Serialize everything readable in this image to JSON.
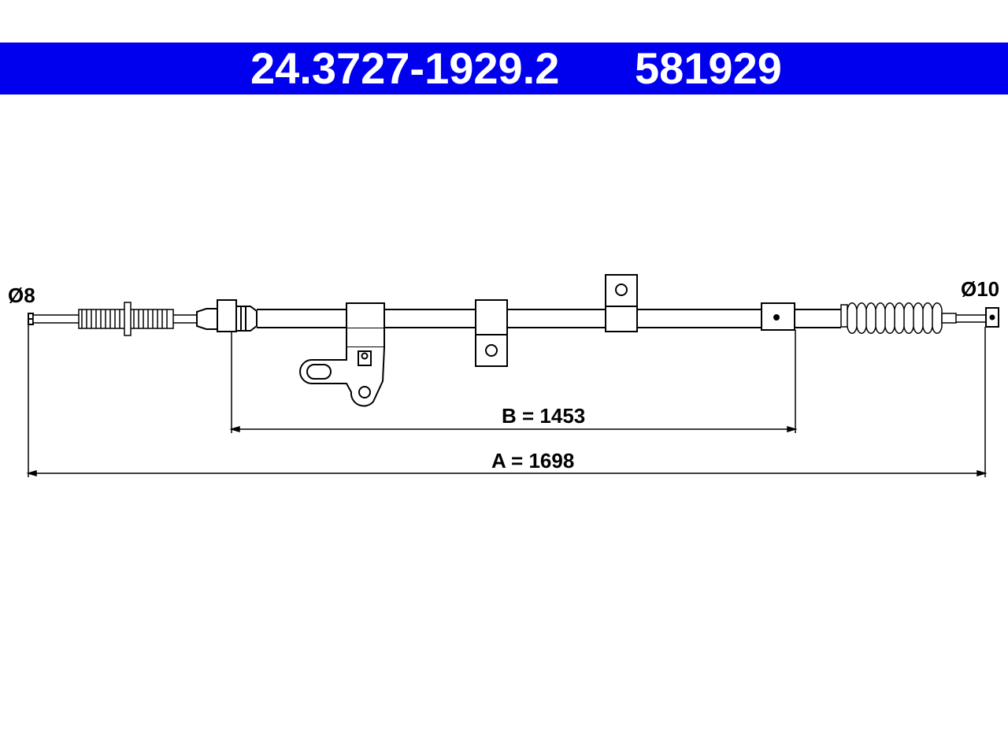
{
  "header": {
    "part_number": "24.3727-1929.2",
    "reference_number": "581929",
    "background_color": "#0000ee",
    "text_color": "#ffffff"
  },
  "drawing": {
    "left_end_diameter": "Ø8",
    "right_end_diameter": "Ø10",
    "dimension_b": "B = 1453",
    "dimension_a": "A = 1698"
  }
}
